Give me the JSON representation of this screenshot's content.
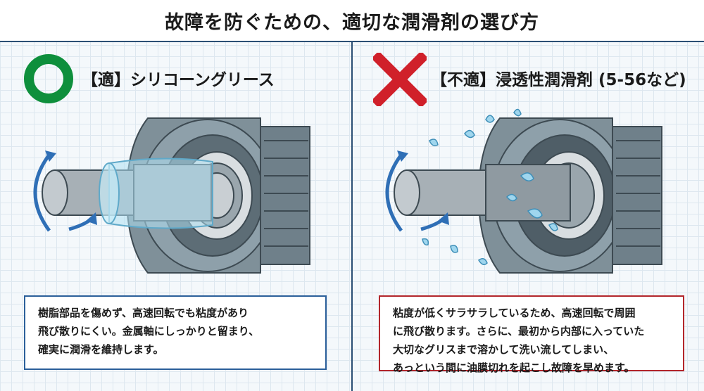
{
  "title": "故障を防ぐための、適切な潤滑剤の選び方",
  "left": {
    "heading": "【適】シリコーングリース",
    "description": [
      "樹脂部品を傷めず、高速回転でも粘度があり",
      "飛び散りにくい。金属軸にしっかりと留まり、",
      "確実に潤滑を維持します。"
    ]
  },
  "right": {
    "heading": "【不適】浸透性潤滑剤 (5-56など)",
    "description": [
      "粘度が低くサラサラしているため、高速回転で周囲",
      "に飛び散ります。さらに、最初から内部に入っていた",
      "大切なグリスまで溶かして洗い流してしまい、",
      "あっという間に油膜切れを起こし故障を早めます。"
    ]
  },
  "colors": {
    "good": "#0e8f3c",
    "bad": "#d0202a",
    "accent": "#2b4f74"
  },
  "icons": {
    "good": "circle-icon",
    "bad": "cross-icon"
  }
}
